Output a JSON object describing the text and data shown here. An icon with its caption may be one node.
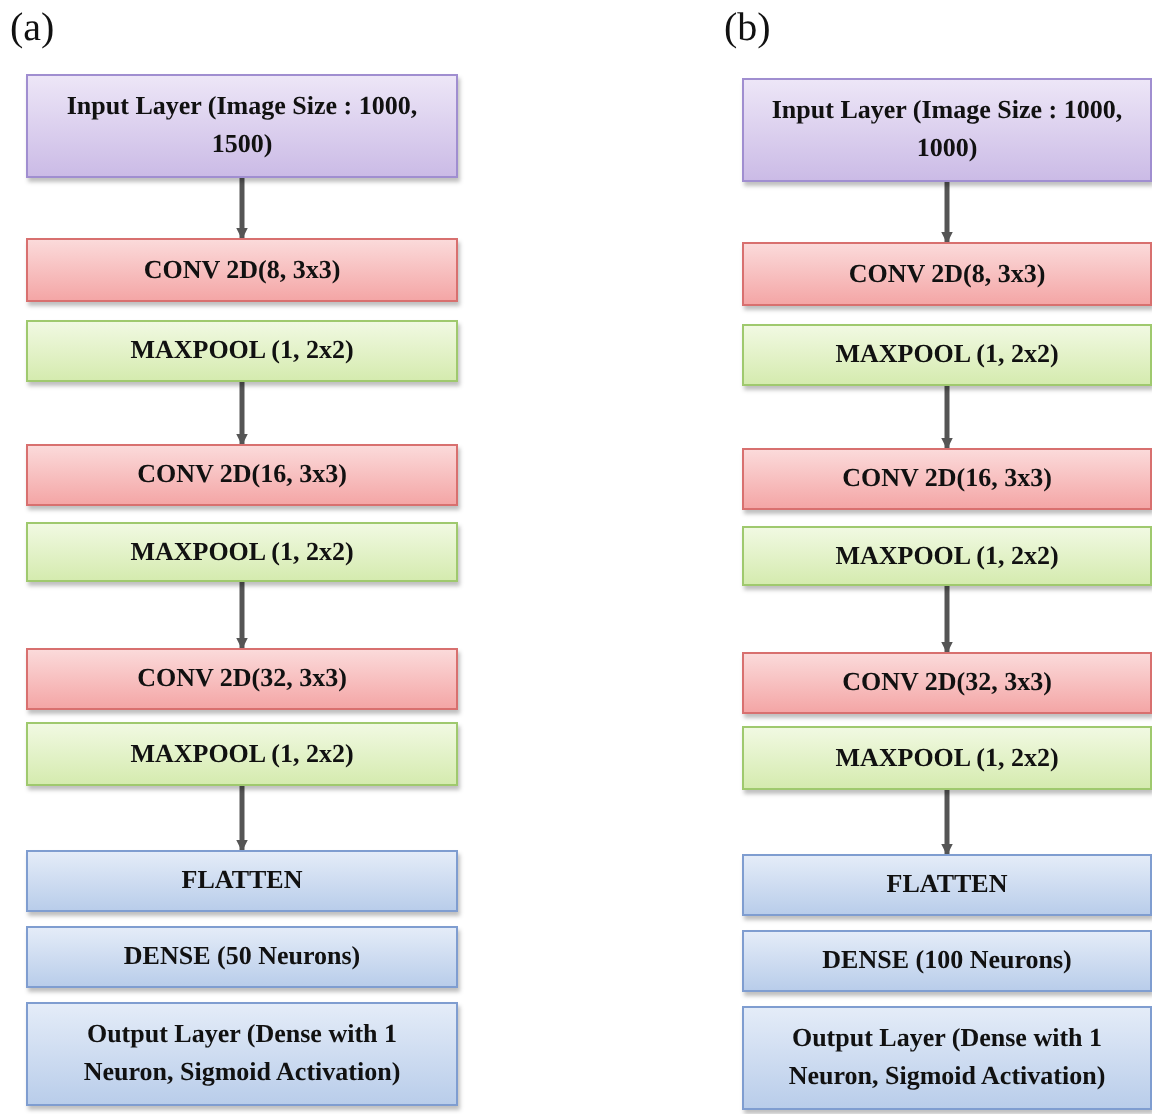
{
  "diagram": {
    "nodes": [
      {
        "text": [
          "Input Layer (Image Size : 1000, 1500)"
        ]
      },
      {
        "text": [
          "CONV 2D(8, 3x3)"
        ]
      },
      {
        "text": [
          "MAXPOOL (1, 2x2)"
        ]
      },
      {
        "text": [
          "CONV 2D(16, 3x3)"
        ]
      },
      {
        "text": [
          "MAXPOOL (1, 2x2)"
        ]
      },
      {
        "text": [
          "CONV 2D(32, 3x3)"
        ]
      },
      {
        "text": [
          "MAXPOOL (1, 2x2)"
        ]
      },
      {
        "text": [
          "FLATTEN"
        ]
      },
      {
        "text": [
          "DENSE (50 Neurons)"
        ]
      },
      {
        "text": [
          "Output Layer (Dense with 1 Neuron, Sigmoid Activation)"
        ]
      },
      {
        "text": [
          "Input Layer (Image Size : 1000, 1000)"
        ]
      },
      {
        "text": [
          "CONV 2D(8, 3x3)"
        ]
      },
      {
        "text": [
          "MAXPOOL (1, 2x2)"
        ]
      },
      {
        "text": [
          "CONV 2D(16, 3x3)"
        ]
      },
      {
        "text": [
          "MAXPOOL (1, 2x2)"
        ]
      },
      {
        "text": [
          "CONV 2D(32, 3x3)"
        ]
      },
      {
        "text": [
          "MAXPOOL (1, 2x2)"
        ]
      },
      {
        "text": [
          "FLATTEN"
        ]
      },
      {
        "text": [
          "DENSE (100 Neurons)"
        ]
      },
      {
        "text": [
          "Output Layer (Dense with 1 Neuron, Sigmoid Activation)"
        ]
      }
    ],
    "edges": [
      {
        "from": 0,
        "to": 1,
        "arrow": "to"
      },
      {
        "from": 2,
        "to": 3,
        "arrow": "to"
      },
      {
        "from": 4,
        "to": 5,
        "arrow": "to"
      },
      {
        "from": 6,
        "to": 7,
        "arrow": "to"
      },
      {
        "from": 10,
        "to": 11,
        "arrow": "to"
      },
      {
        "from": 12,
        "to": 13,
        "arrow": "to"
      },
      {
        "from": 14,
        "to": 15,
        "arrow": "to"
      },
      {
        "from": 16,
        "to": 17,
        "arrow": "to"
      }
    ],
    "labels": [
      "(a)",
      "(b)"
    ]
  }
}
